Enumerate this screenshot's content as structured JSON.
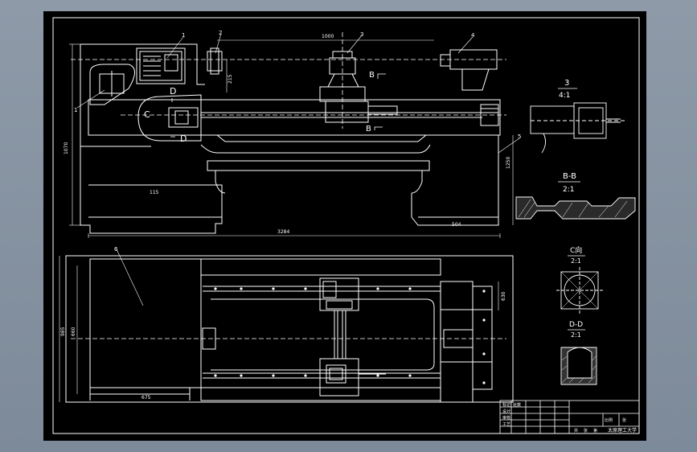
{
  "drawing": {
    "views": {
      "section_3": {
        "number": "3",
        "scale": "4:1"
      },
      "section_bb": {
        "name": "B-B",
        "scale": "2:1"
      },
      "view_c": {
        "name": "C向",
        "scale": "2:1"
      },
      "section_dd": {
        "name": "D-D",
        "scale": "2:1"
      }
    },
    "section_markers": {
      "b_upper": "B",
      "b_lower": "B",
      "c": "C",
      "d_upper": "D",
      "d_lower": "D"
    },
    "balloons": [
      "1",
      "2",
      "3",
      "4",
      "5",
      "6"
    ],
    "dimensions": {
      "top_length": "1000",
      "left_height": "1070",
      "right_height": "1250",
      "lower_left": "115",
      "overall_length": "3284",
      "lower_right": "504",
      "plan_outer_height": "985",
      "plan_inner_height": "660",
      "plan_bottom": "675",
      "plan_right": "630",
      "vertical_small": "215"
    },
    "title_block": {
      "school": "太原理工大学",
      "cells": [
        "标记",
        "处数",
        "设计",
        "审核",
        "工艺",
        "比例",
        "共",
        "张",
        "第",
        "张"
      ]
    }
  }
}
